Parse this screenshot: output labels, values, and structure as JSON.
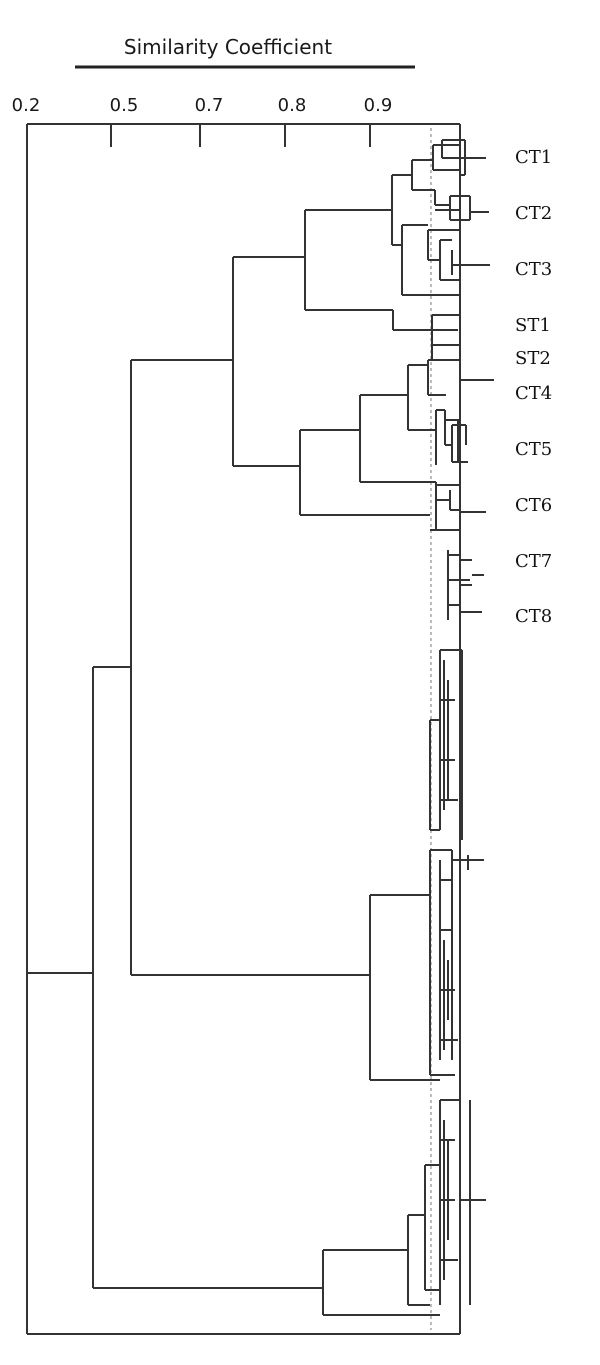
{
  "axis": {
    "title": "Similarity Coefficient",
    "ticks": [
      "0.2",
      "0.5",
      "0.7",
      "0.8",
      "0.9"
    ]
  },
  "leaves": [
    "CT1",
    "CT2",
    "CT3",
    "ST1",
    "ST2",
    "CT4",
    "CT5",
    "CT6",
    "CT7",
    "CT8"
  ],
  "colors": {
    "line": "#333333",
    "text": "#111111",
    "cutoff": "#777777"
  }
}
